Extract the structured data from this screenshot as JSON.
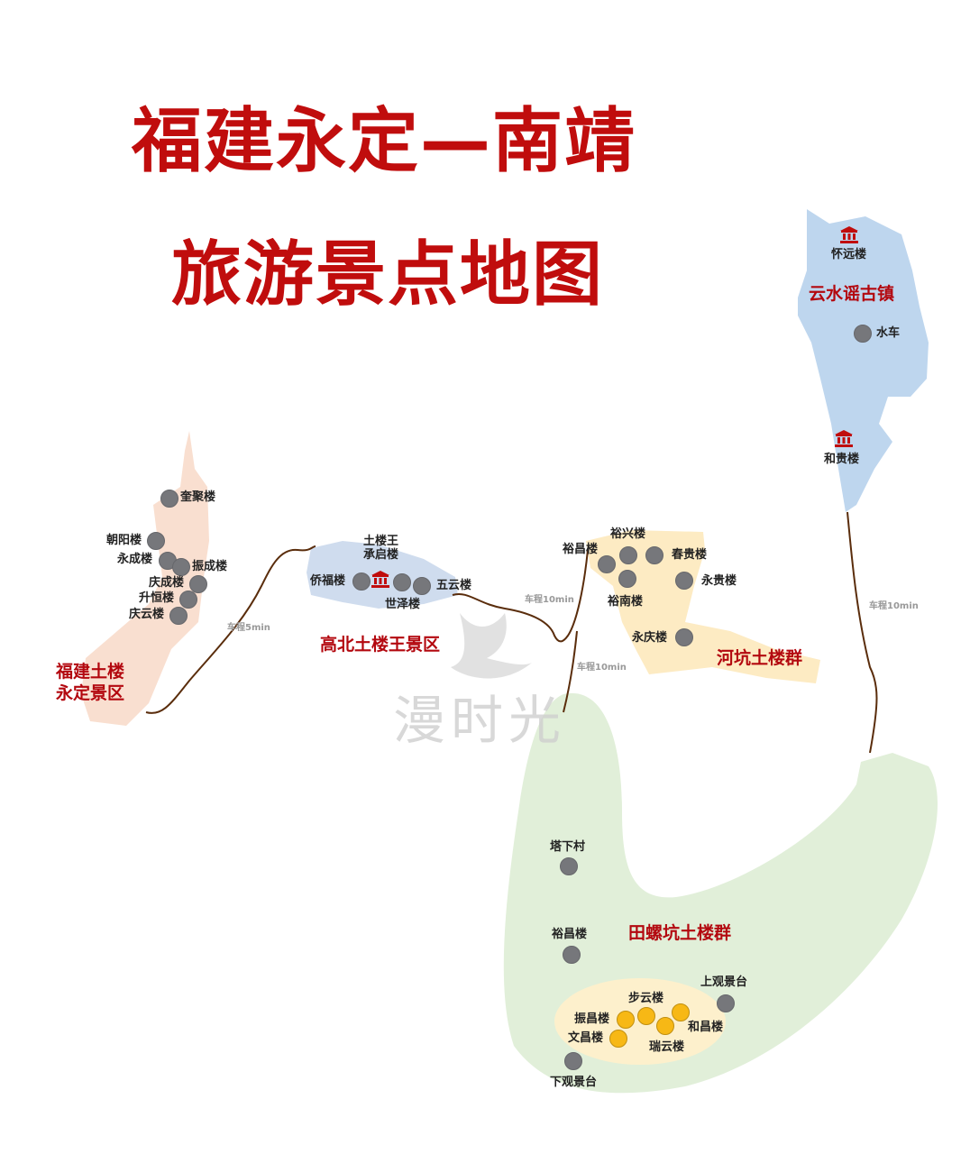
{
  "title": {
    "line1": "福建永定—南靖",
    "line2": "旅游景点地图",
    "color": "#c00d0d"
  },
  "areas": {
    "yongding": {
      "name_line1": "福建土楼",
      "name_line2": "永定景区",
      "fill": "#f9dfd0"
    },
    "gaobei": {
      "name": "高北土楼王景区",
      "fill": "#cfdcee"
    },
    "hekeng": {
      "name": "河坑土楼群",
      "fill": "#fdebc3"
    },
    "yunshui": {
      "name": "云水谣古镇",
      "fill": "#bed6ee"
    },
    "tianluokeng": {
      "name": "田螺坑土楼群",
      "fill": "#e1efd9",
      "core_fill": "#fdf0cc"
    }
  },
  "places": {
    "kuiju": "奎聚楼",
    "chaoyang": "朝阳楼",
    "yongcheng": "永成楼",
    "zhencheng": "振成楼",
    "qingcheng": "庆成楼",
    "shengheng": "升恒楼",
    "qingyun": "庆云楼",
    "tulouwang_l1": "土楼王",
    "tulouwang_l2": "承启楼",
    "qiaofu": "侨福楼",
    "shize": "世泽楼",
    "wuyun": "五云楼",
    "yuxing": "裕兴楼",
    "yuchang_hk": "裕昌楼",
    "chungui": "春贵楼",
    "yonggui": "永贵楼",
    "yunan": "裕南楼",
    "yongqing": "永庆楼",
    "huaiyuan": "怀远楼",
    "shuiche": "水车",
    "hegui": "和贵楼",
    "taxiacun": "塔下村",
    "yuchang_tlk": "裕昌楼",
    "shangguan": "上观景台",
    "buyun": "步云楼",
    "zhenchang": "振昌楼",
    "wenchang": "文昌楼",
    "ruiyun": "瑞云楼",
    "hechang": "和昌楼",
    "xiaguan": "下观景台"
  },
  "routes": {
    "r1": "车程5min",
    "r2": "车程10min",
    "r3": "车程10min",
    "r4": "车程10min",
    "color": "#5a2d0c"
  },
  "watermark": "漫时光"
}
